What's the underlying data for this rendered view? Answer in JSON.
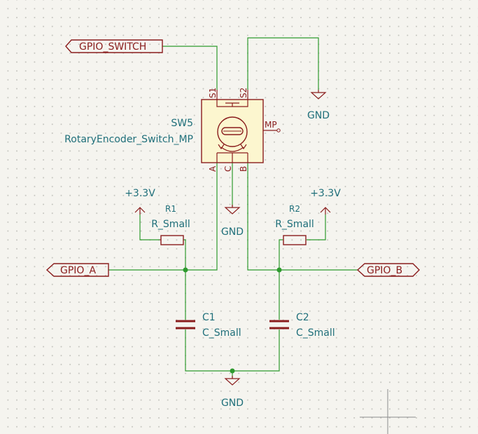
{
  "colors": {
    "background": "#f5f4ef",
    "wire": "#2e9a2e",
    "component": "#8a1d1d",
    "component_fill": "#fcf6cf",
    "label_text": "#1f6f7a"
  },
  "global_labels": {
    "gpio_switch": "GPIO_SWITCH",
    "gpio_a": "GPIO_A",
    "gpio_b": "GPIO_B"
  },
  "encoder": {
    "ref": "SW5",
    "value": "RotaryEncoder_Switch_MP",
    "pins": {
      "s1": "S1",
      "s2": "S2",
      "mp": "MP",
      "a": "A",
      "c": "C",
      "b": "B"
    }
  },
  "resistors": [
    {
      "ref": "R1",
      "value": "R_Small"
    },
    {
      "ref": "R2",
      "value": "R_Small"
    }
  ],
  "capacitors": [
    {
      "ref": "C1",
      "value": "C_Small"
    },
    {
      "ref": "C2",
      "value": "C_Small"
    }
  ],
  "power": {
    "gnd_s2": "GND",
    "gnd_c": "GND",
    "gnd_caps": "GND",
    "vcc_r1": "+3.3V",
    "vcc_r2": "+3.3V"
  }
}
